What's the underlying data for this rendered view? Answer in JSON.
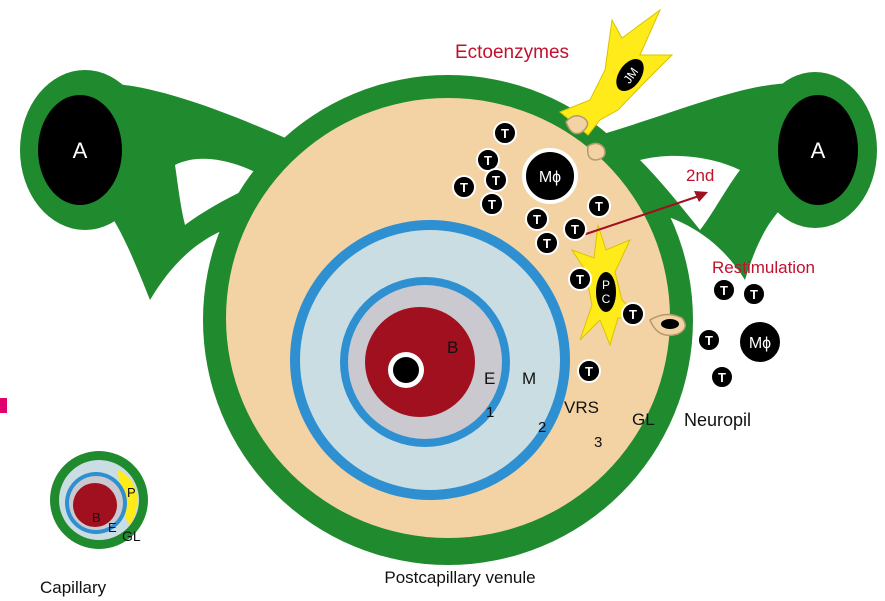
{
  "labels": {
    "astrocyte": "A",
    "ectoenzymes": "Ectoenzymes",
    "second": "2nd",
    "restimulation": "Restimulation",
    "neuropil": "Neuropil",
    "blood": "B",
    "endothelium": "E",
    "media": "M",
    "vrs": "VRS",
    "glia_limitans": "GL",
    "num1": "1",
    "num2": "2",
    "num3": "3",
    "capillary": "Capillary",
    "postcapillary_venule": "Postcapillary venule",
    "pericyte": "P",
    "t_cell": "T",
    "macrophage": "Mϕ",
    "jm_cell": "JM",
    "pc_cell": "PC"
  },
  "colors": {
    "glia_green": "#1f8a2e",
    "csf_tan": "#f3d3a4",
    "basement_blue": "#2e8fd1",
    "lumen_light": "#c9dde2",
    "blood_red": "#a0101f",
    "cell_yellow": "#ffeb1a",
    "label_red": "#c0122e"
  },
  "icons": {
    "t_cell": "black-circle-T",
    "macrophage": "black-circle-mphi",
    "dendritic_cell": "yellow-branched-cell"
  }
}
